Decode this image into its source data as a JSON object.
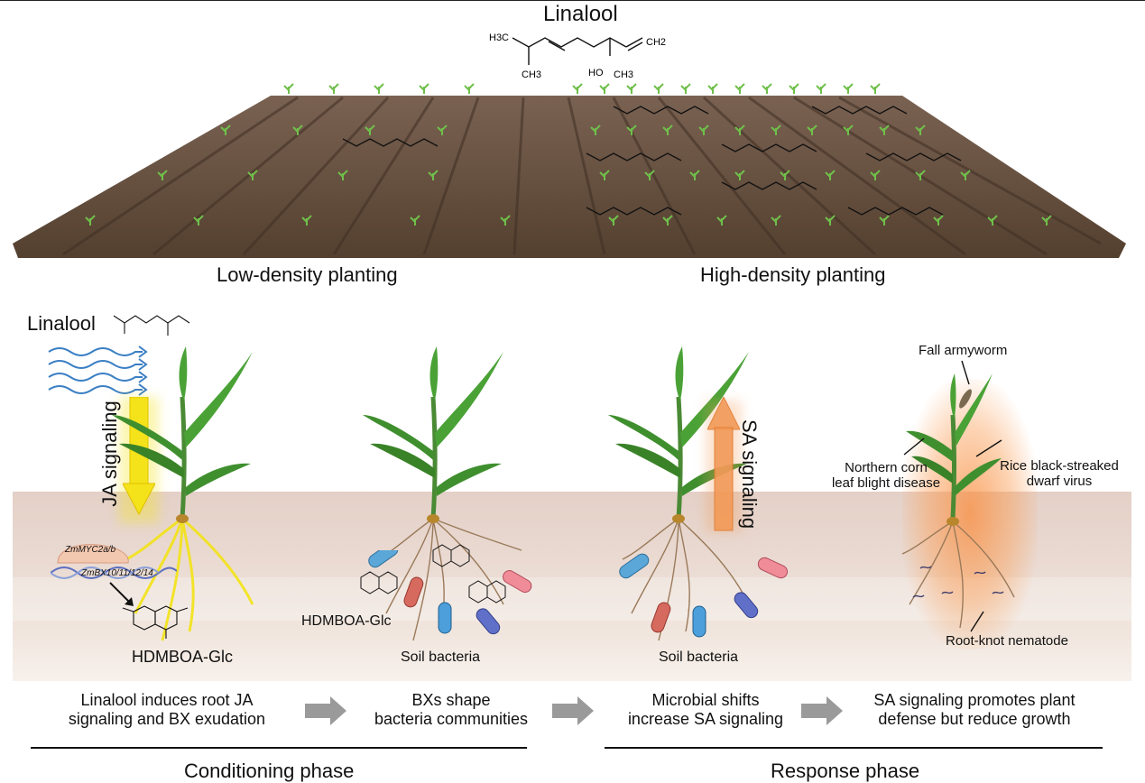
{
  "top": {
    "title": "Linalool",
    "molecule_labels": {
      "h3c": "H3C",
      "ch3_a": "CH3",
      "ho": "HO",
      "ch3_b": "CH3",
      "ch2": "CH2"
    },
    "field_labels": {
      "low": "Low-density planting",
      "high": "High-density planting"
    }
  },
  "panels": {
    "p1": {
      "linalool": "Linalool",
      "ja_signaling": "JA signaling",
      "gene_myc": "ZmMYC2a/b",
      "gene_bx": "ZmBX10/11/12/14",
      "compound": "HDMBOA-Glc"
    },
    "p2": {
      "compound": "HDMBOA-Glc",
      "bacteria": "Soil bacteria"
    },
    "p3": {
      "sa_signaling": "SA signaling",
      "bacteria": "Soil bacteria"
    },
    "p4": {
      "pest": "Fall armyworm",
      "disease_line1": "Northern corn",
      "disease_line2": "leaf blight disease",
      "virus_line1": "Rice black-streaked",
      "virus_line2": "dwarf virus",
      "nematode": "Root-knot nematode"
    }
  },
  "steps": [
    {
      "line1": "Linalool induces root JA",
      "line2": "signaling and BX exudation"
    },
    {
      "line1": "BXs shape",
      "line2": "bacteria communities"
    },
    {
      "line1": "Microbial shifts",
      "line2": "increase SA signaling"
    },
    {
      "line1": "SA signaling promotes plant",
      "line2": "defense but reduce growth"
    }
  ],
  "phases": {
    "conditioning": "Conditioning phase",
    "response": "Response phase"
  },
  "colors": {
    "soil_field": "#6b5446",
    "soil_layer": "#e6d5cc",
    "leaf_green": "#3f8f2e",
    "ja_yellow": "#f4e21a",
    "sa_orange": "#f29a58",
    "wind_blue": "#3b7fc4",
    "arrow_gray": "#9a9a9a"
  }
}
